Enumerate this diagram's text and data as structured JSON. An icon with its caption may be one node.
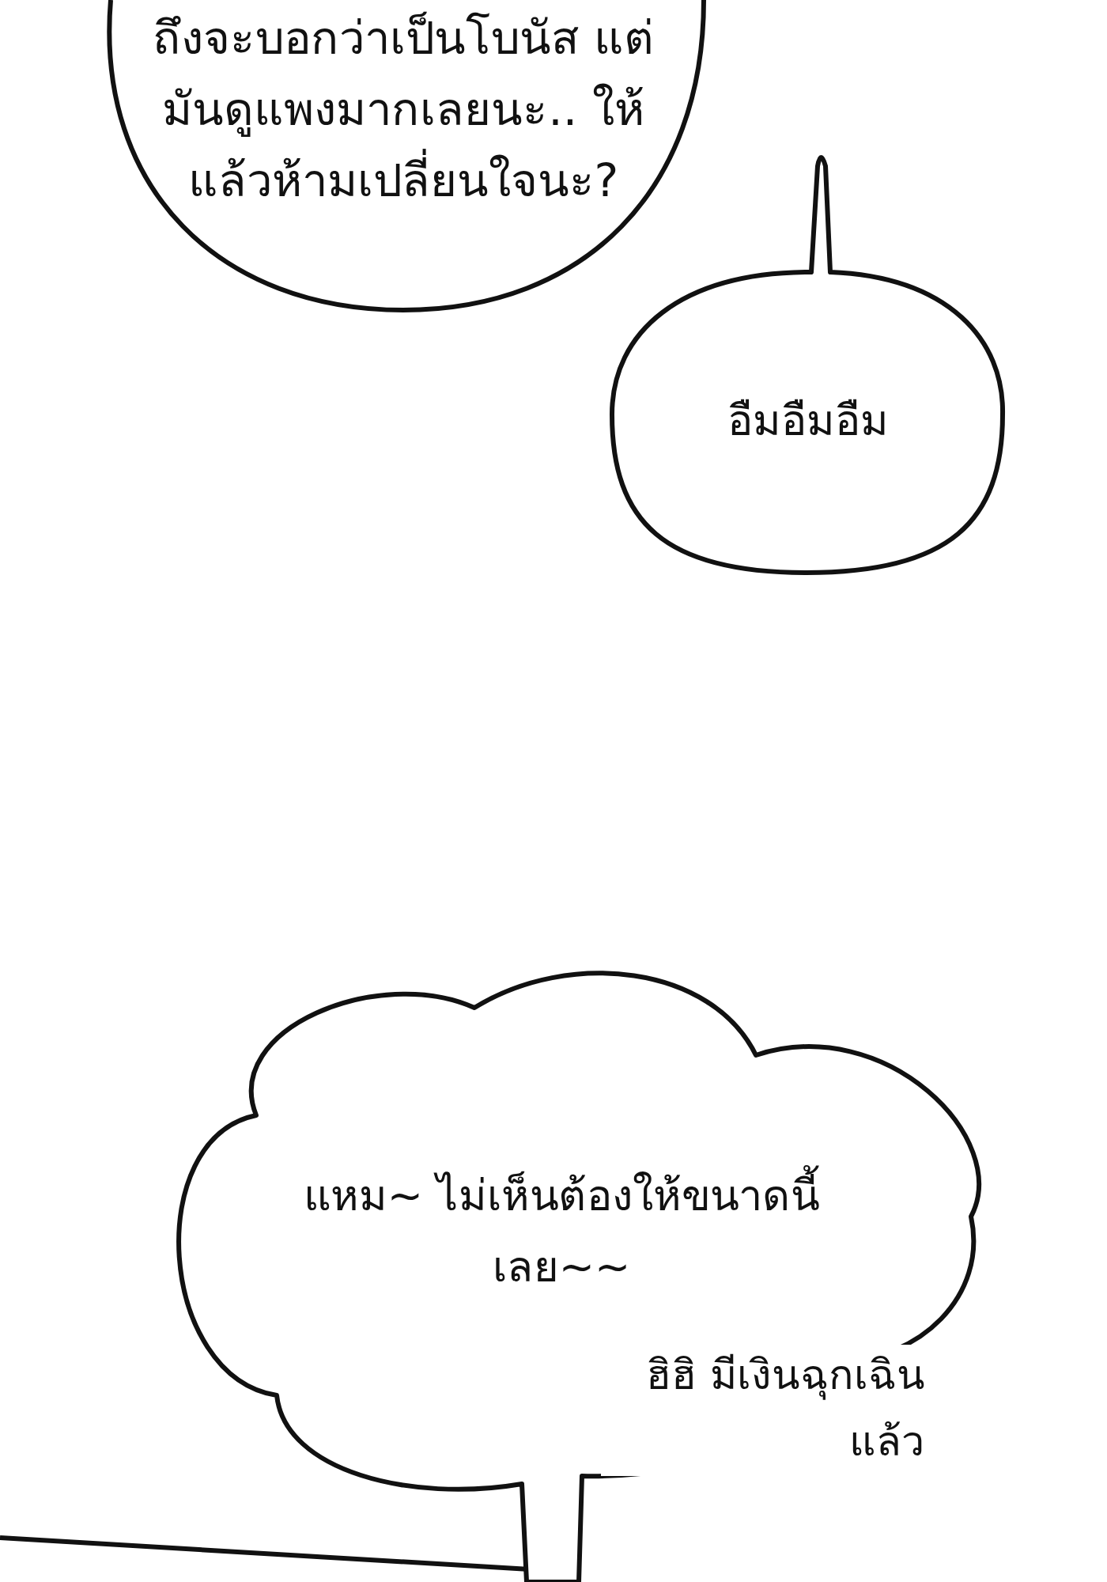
{
  "diagram": {
    "nodes": [
      {
        "text": [
          "ถึงจะบอกว่าเป็นโบนัส แต่มันดูแพงมากเลยนะ.. ให้แล้วห้ามเปลี่ยนใจนะ?"
        ]
      },
      {
        "text": [
          "อืมอืมอืม"
        ]
      },
      {
        "text": [
          "แหม~ ไม่เห็นต้องให้ขนาดนี้เลย~~"
        ]
      }
    ],
    "labels": [
      "ฮิฮิ มีเงินฉุกเฉินแล้ว"
    ]
  }
}
